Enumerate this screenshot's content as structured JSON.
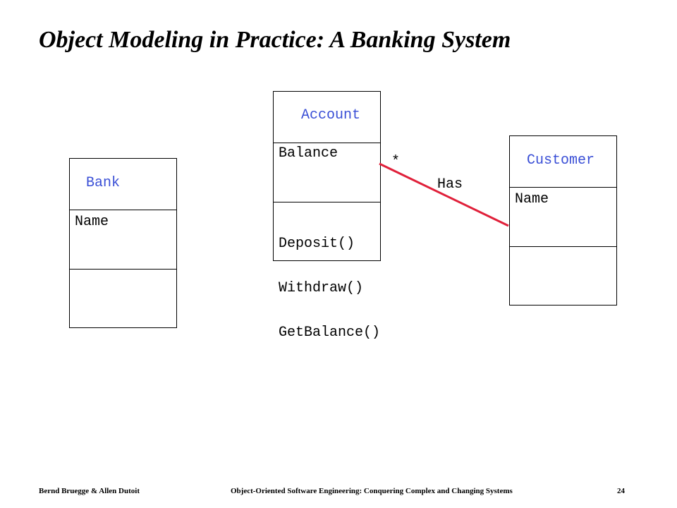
{
  "slide": {
    "title": "Object Modeling in Practice: A Banking System"
  },
  "classes": {
    "bank": {
      "name": "Bank",
      "attributes": [
        "Name"
      ],
      "operations": []
    },
    "account": {
      "name": "Account",
      "attributes": [
        "Balance"
      ],
      "operations": [
        "Deposit()",
        "Withdraw()",
        "GetBalance()"
      ]
    },
    "customer": {
      "name": "Customer",
      "attributes": [
        "Name"
      ],
      "operations": []
    }
  },
  "association": {
    "name": "Has",
    "multiplicity_account_end": "*",
    "line_color": "#e0203a"
  },
  "colors": {
    "class_name": "#3a4fd6",
    "text": "#000000"
  },
  "footer": {
    "authors": "Bernd Bruegge & Allen Dutoit",
    "book": "Object-Oriented Software Engineering: Conquering Complex and Changing Systems",
    "page": "24"
  }
}
